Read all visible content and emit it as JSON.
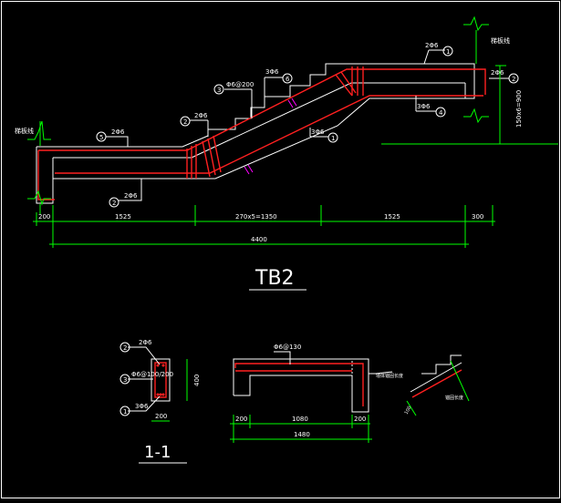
{
  "drawing": {
    "main": {
      "title": "TB2",
      "labels": {
        "bar_2phi6_top_right": "2Φ6",
        "bar_3phi6_top": "3Φ6",
        "bar_3phi6_right": "3Φ6",
        "bar_3phi6_mid": "3Φ6",
        "bar_2phi6_mid": "2Φ6",
        "bar_2phi6_left": "2Φ6",
        "bar_2phi6_bottom": "2Φ6",
        "stirrup": "Φ6@200",
        "elev_left": "梯板线",
        "elev_right": "梯板线",
        "riser": "150x6=900"
      },
      "markers": [
        "1",
        "2",
        "3",
        "4",
        "5",
        "6"
      ],
      "dims_bottom": [
        "200",
        "1525",
        "270x5=1350",
        "1525",
        "300"
      ],
      "dim_total": "4400"
    },
    "section": {
      "title": "1-1",
      "labels": {
        "top_bars": "2Φ6",
        "stirrup": "Φ6@100/200",
        "bottom_bars": "3Φ6",
        "height": "400",
        "width": "200"
      }
    },
    "detail": {
      "label_top": "Φ6@130",
      "dims": [
        "200",
        "1080",
        "200"
      ],
      "dim_total": "1480",
      "note_right": "墙体锚固长度",
      "note_small": "锚固长度"
    }
  }
}
